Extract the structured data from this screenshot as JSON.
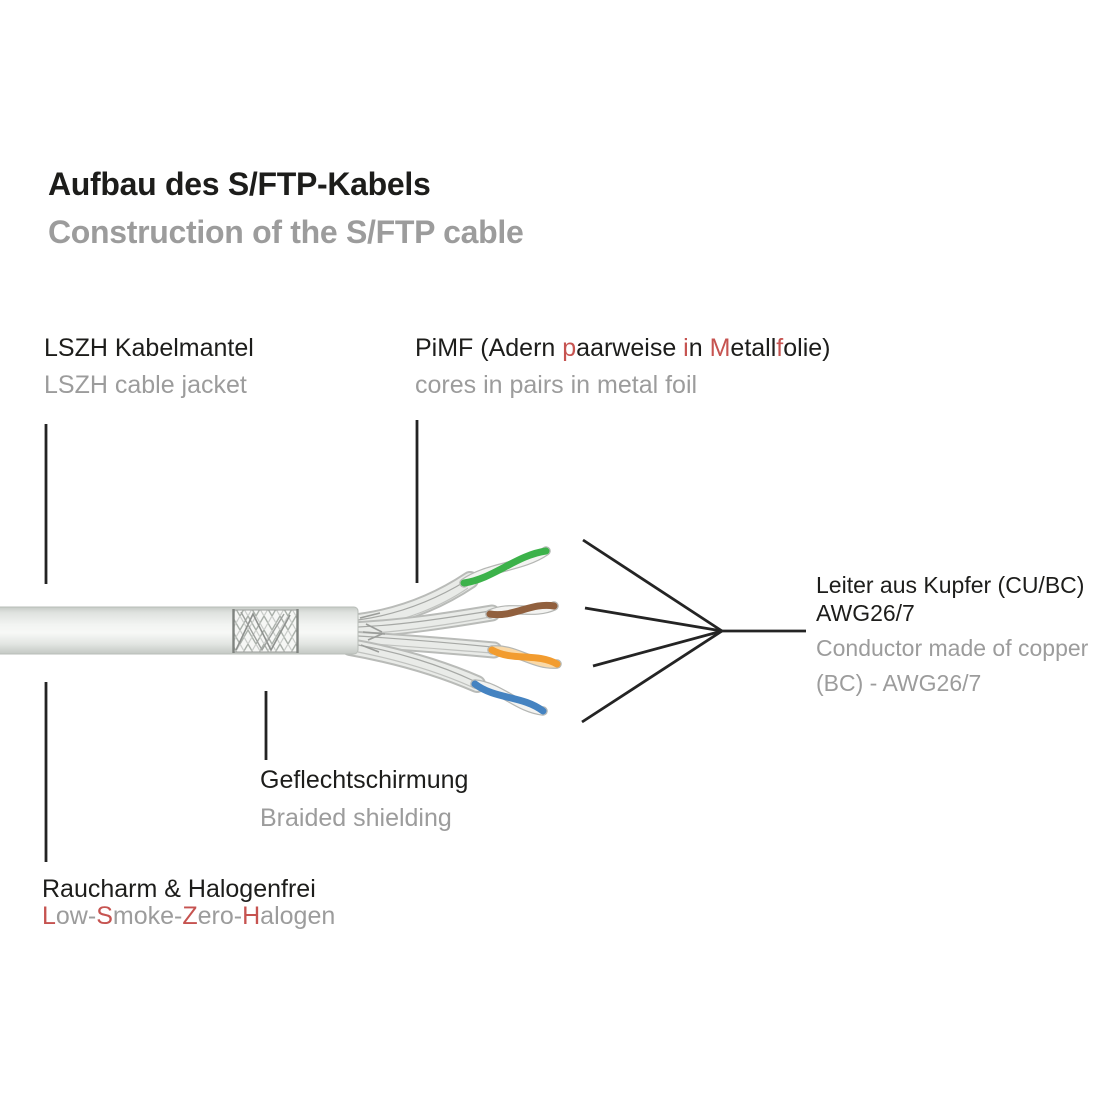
{
  "title": {
    "de": "Aufbau des S/FTP-Kabels",
    "en": "Construction of the S/FTP cable"
  },
  "colors": {
    "text_dark": "#1d1d1b",
    "text_gray": "#9c9c9c",
    "accent_red": "#c65350",
    "line_dark": "#242424",
    "wire_green": "#3cb24a",
    "wire_brown": "#91603e",
    "wire_orange": "#f29c2f",
    "wire_blue": "#4583c1",
    "jacket_light": "#f6f7f5",
    "jacket_shade": "#c9cec9",
    "foil_gray": "#e9ebe8"
  },
  "annotations": {
    "jacket": {
      "de": "LSZH Kabelmantel",
      "en": "LSZH cable jacket"
    },
    "pimf": {
      "de_segments": [
        {
          "text": "PiMF (Adern ",
          "color": "dark"
        },
        {
          "text": "p",
          "color": "red"
        },
        {
          "text": "aarweise ",
          "color": "dark"
        },
        {
          "text": "i",
          "color": "red"
        },
        {
          "text": "n ",
          "color": "dark"
        },
        {
          "text": "M",
          "color": "red"
        },
        {
          "text": "etall",
          "color": "dark"
        },
        {
          "text": "f",
          "color": "red"
        },
        {
          "text": "olie)",
          "color": "dark"
        }
      ],
      "en": "cores in pairs in metal foil"
    },
    "conductor": {
      "de_line1": "Leiter aus Kupfer (CU/BC)",
      "de_line2": "AWG26/7",
      "en_line1": "Conductor made of copper",
      "en_line2": "(BC) - AWG26/7"
    },
    "braid_shield": {
      "de": "Geflechtschirmung",
      "en": "Braided shielding"
    },
    "low_smoke": {
      "de": "Raucharm & Halogenfrei",
      "en_segments": [
        {
          "text": "L",
          "color": "red"
        },
        {
          "text": "ow-",
          "color": "gray"
        },
        {
          "text": "S",
          "color": "red"
        },
        {
          "text": "moke-",
          "color": "gray"
        },
        {
          "text": "Z",
          "color": "red"
        },
        {
          "text": "ero-",
          "color": "gray"
        },
        {
          "text": "H",
          "color": "red"
        },
        {
          "text": "alogen",
          "color": "gray"
        }
      ]
    }
  }
}
